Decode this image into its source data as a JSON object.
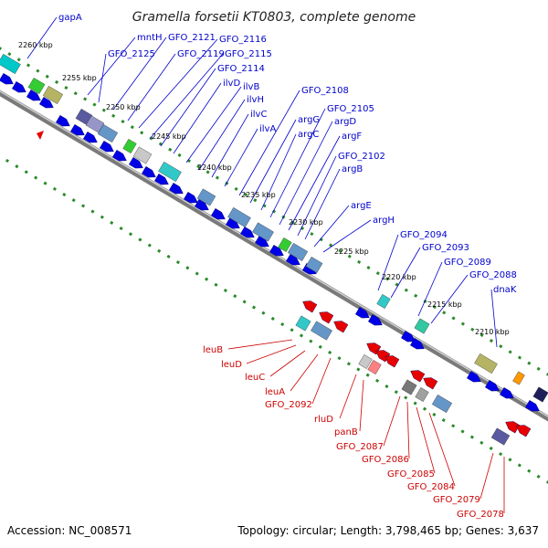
{
  "title": "Gramella forsetii KT0803, complete genome",
  "footer": {
    "accession": "Accession: NC_008571",
    "topology": "Topology: circular; Length: 3,798,465 bp; Genes: 3,637"
  },
  "colors": {
    "forward_strand": "#0000e6",
    "reverse_strand": "#e60000",
    "backbone": "#777777",
    "tick_marks": "#2a8a2a",
    "forward_label": "#0000cc",
    "reverse_label": "#cc0000"
  },
  "ticks": [
    "2260 kbp",
    "2255 kbp",
    "2250 kbp",
    "2245 kbp",
    "2240 kbp",
    "2235 kbp",
    "2230 kbp",
    "2225 kbp",
    "2220 kbp",
    "2215 kbp",
    "2210 kbp"
  ],
  "forward_labels": [
    "gapA",
    "mntH",
    "GFO_2125",
    "GFO_2121",
    "GFO_2119",
    "GFO_2116",
    "GFO_2115",
    "GFO_2114",
    "ilvD",
    "ilvB",
    "ilvH",
    "ilvC",
    "ilvA",
    "GFO_2108",
    "argG",
    "argC",
    "GFO_2105",
    "argD",
    "argF",
    "GFO_2102",
    "argB",
    "argE",
    "argH",
    "GFO_2094",
    "GFO_2093",
    "GFO_2089",
    "GFO_2088",
    "dnaK"
  ],
  "reverse_labels": [
    "leuB",
    "leuD",
    "leuC",
    "leuA",
    "GFO_2092",
    "rluD",
    "panB",
    "GFO_2087",
    "GFO_2086",
    "GFO_2085",
    "GFO_2084",
    "GFO_2079",
    "GFO_2078"
  ]
}
